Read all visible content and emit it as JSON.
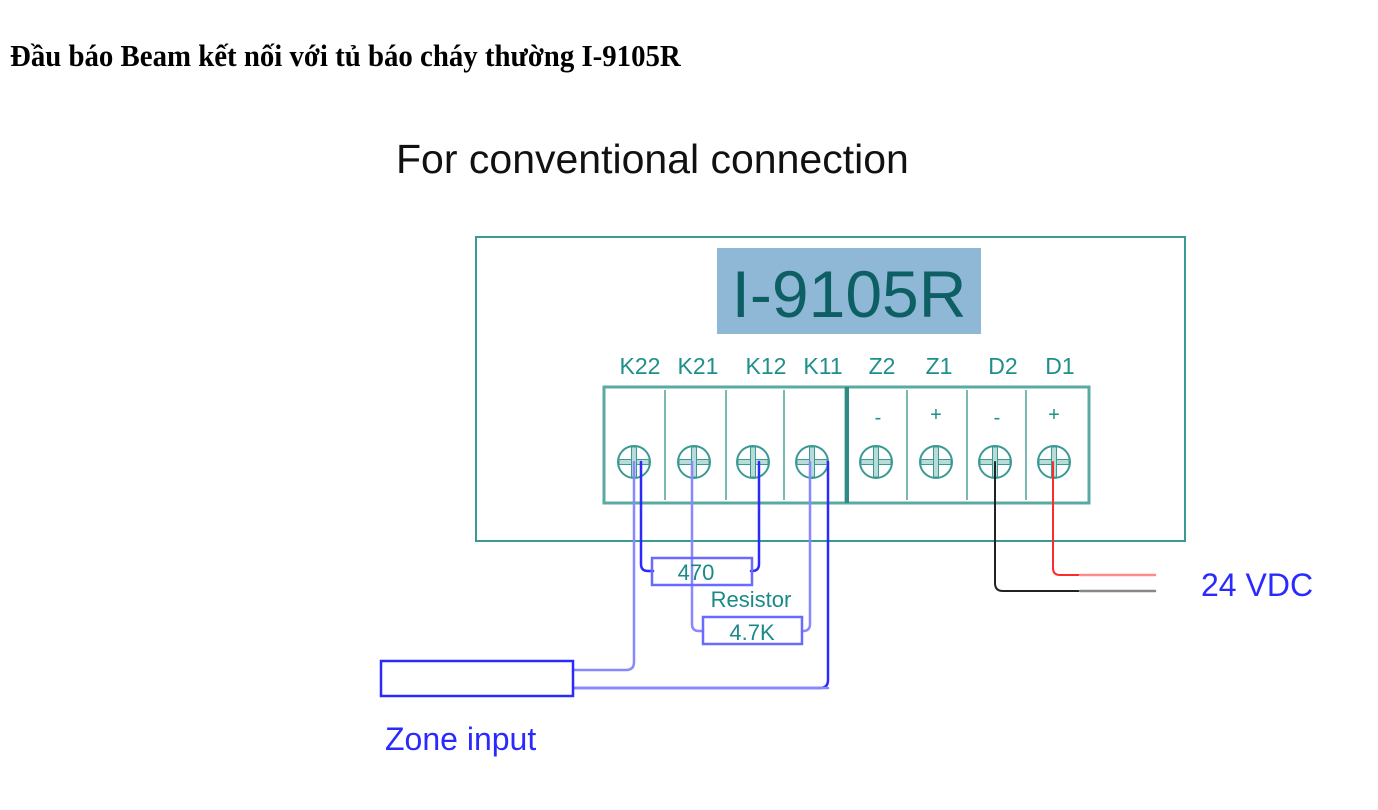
{
  "heading": "Đầu báo Beam kết nối với tủ báo cháy thường I-9105R",
  "subtitle": "For conventional connection",
  "panel": {
    "model": "I-9105R",
    "terminals": [
      {
        "label": "K22",
        "sign": ""
      },
      {
        "label": "K21",
        "sign": ""
      },
      {
        "label": "K12",
        "sign": ""
      },
      {
        "label": "K11",
        "sign": ""
      },
      {
        "label": "Z2",
        "sign": "-"
      },
      {
        "label": "Z1",
        "sign": "+"
      },
      {
        "label": "D2",
        "sign": "-"
      },
      {
        "label": "D1",
        "sign": "+"
      }
    ]
  },
  "resistors": {
    "r1_value": "470",
    "caption": "Resistor",
    "r2_value": "4.7K"
  },
  "labels": {
    "power": "24 VDC",
    "zone": "Zone input"
  },
  "colors": {
    "panel_teal": "#3a9a93",
    "model_highlight": "#8fb8d6",
    "wire_blue": "#2a2aff",
    "wire_light_blue": "#8888ff",
    "wire_red": "#ff2a2a",
    "wire_black": "#222222"
  }
}
